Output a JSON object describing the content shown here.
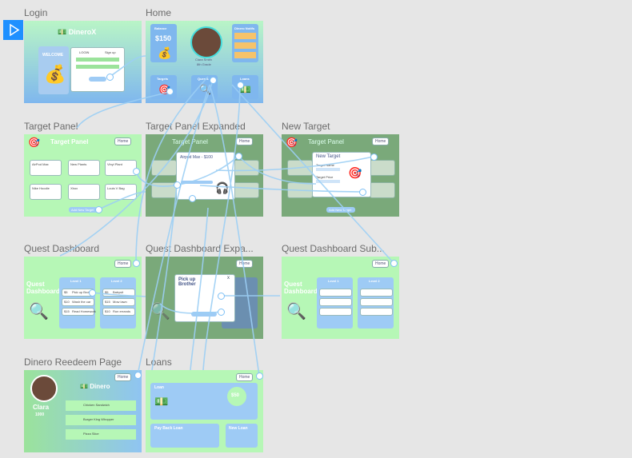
{
  "frames": {
    "login": {
      "label": "Login",
      "brand": "DineroX",
      "welcome": "WELCOME",
      "tab_login": "LOGIN",
      "tab_signup": "Sign up"
    },
    "home": {
      "label": "Home",
      "balance_title": "Balance",
      "balance_value": "$150",
      "user_name": "Clara Smith",
      "user_sub": "8th Grade",
      "notifs_title": "Dinero Notifs",
      "nav_targets": "Targets",
      "nav_quests": "Quests",
      "nav_loans": "Loans"
    },
    "target_panel": {
      "label": "Target Panel",
      "title": "Target Panel",
      "home": "Home",
      "add_button": "Add New Target",
      "items": [
        "AirPod Max",
        "New Plants",
        "Vinyl Plant",
        "Nike Hoodie",
        "Xbox",
        "Louis V Bag"
      ]
    },
    "target_panel_expanded": {
      "label": "Target Panel Expanded",
      "title": "Target Panel",
      "home": "Home",
      "popup_title": "Airpod Max - $100"
    },
    "new_target": {
      "label": "New Target",
      "title": "Target Panel",
      "home": "Home",
      "popup_title": "New Target",
      "field1": "Target Name",
      "field2": "Target Price",
      "add_button": "Add New Target"
    },
    "quest_dashboard": {
      "label": "Quest Dashboard",
      "home": "Home",
      "title": "Quest Dashboard",
      "level1": "Level 1",
      "level2": "Level 2",
      "l1_items": [
        "Pick up Brother",
        "Wash the car",
        "Read Homework"
      ],
      "l2_items": [
        "Babysit",
        "Mow lawn",
        "Run errands"
      ],
      "l1_prices": [
        "$5",
        "$10",
        "$15"
      ],
      "l2_prices": [
        "$5",
        "$15",
        "$10"
      ]
    },
    "quest_dashboard_expanded": {
      "label": "Quest Dashboard Expa...",
      "home": "Home",
      "popup_title": "Pick up Brother"
    },
    "quest_dashboard_sub": {
      "label": "Quest Dashboard Sub...",
      "home": "Home",
      "title": "Quest Dashboard",
      "level1": "Level 1",
      "level2": "Level 2"
    },
    "dinero_redeem": {
      "label": "Dinero Reedeem Page",
      "home": "Home",
      "brand": "Dinero",
      "name": "Clara",
      "balance": "1000",
      "offers": [
        "Chicken Sandwich",
        "Burger King Whopper",
        "Pizza Slice"
      ]
    },
    "loans": {
      "label": "Loans",
      "home": "Home",
      "loan_title": "Loan",
      "pay_back": "Pay Back Loan",
      "new_loan": "New Loan",
      "loan_value": "$50"
    }
  },
  "colors": {
    "accent": "#7ec0f5",
    "green_frame": "#b6f7b6",
    "blue_frame": "#a9cff7",
    "dim_frame": "#7aa97a",
    "card_blue": "#9ecbf5"
  }
}
